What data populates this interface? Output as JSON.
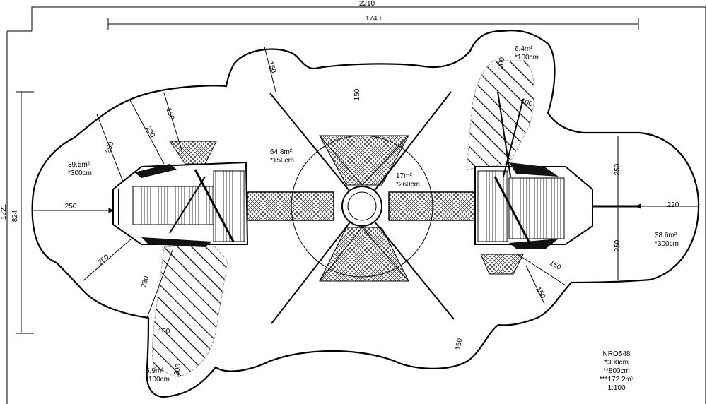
{
  "dimensions": {
    "overall_width": "2210",
    "inner_width": "1740",
    "overall_height": "1221",
    "inner_height": "824",
    "left_reach": "250",
    "right_reach": "220",
    "left_diag_1": "250",
    "left_diag_2": "230",
    "left_diag_3": "150",
    "left_lower_diag_1": "250",
    "left_lower_diag_2": "230",
    "left_bottom_100": "100",
    "left_bottom_200": "200",
    "center_top_left": "150",
    "center_top": "150",
    "center_bottom_right": "150",
    "right_top_200": "200",
    "right_top_100": "100",
    "right_upper": "250",
    "right_lower": "250",
    "right_diag_1": "150",
    "right_diag_2": "150"
  },
  "areas": {
    "left_large": {
      "size": "39.5m²",
      "height": "*300cm"
    },
    "center_large": {
      "size": "64.8m²",
      "height": "*150cm"
    },
    "center_small": {
      "size": "17m²",
      "height": "*260cm"
    },
    "right_top": {
      "size": "6.4m²",
      "height": "*100cm"
    },
    "right_large": {
      "size": "38.6m²",
      "height": "*300cm"
    },
    "left_bottom": {
      "size": "5.9m²",
      "height": "*100cm"
    }
  },
  "legend": {
    "code": "NRO548",
    "line1": "*300cm",
    "line2": "**800cm",
    "line3": "***172.2m²",
    "scale": "1:100"
  },
  "colors": {
    "line": "#000000",
    "background": "#ffffff",
    "hatch_boundary": "#9a9a9a"
  }
}
